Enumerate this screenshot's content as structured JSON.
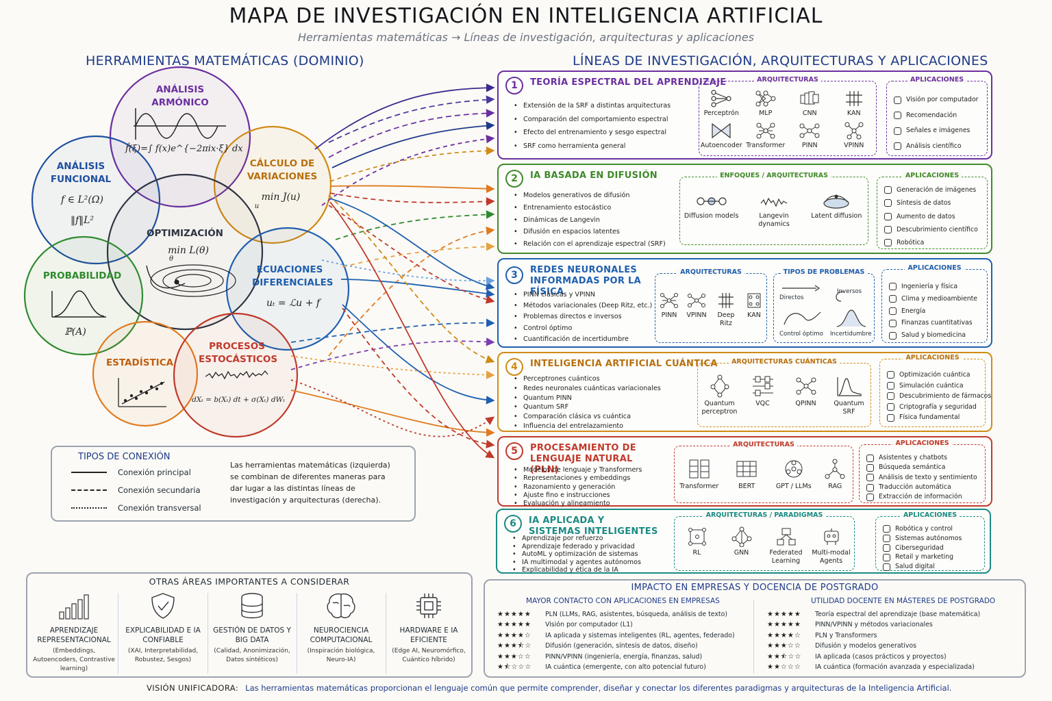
{
  "title": "MAPA DE INVESTIGACIÓN EN INTELIGENCIA ARTIFICIAL",
  "subtitle": "Herramientas matemáticas → Líneas de investigación, arquitecturas y aplicaciones",
  "left_heading": "HERRAMIENTAS MATEMÁTICAS (DOMINIO)",
  "right_heading": "LÍNEAS DE INVESTIGACIÓN, ARQUITECTURAS Y APLICACIONES",
  "circles": [
    {
      "label": "ANÁLISIS ARMÓNICO",
      "formula": "f̂(ξ)=∫ f(x)e^{−2πix·ξ} dx",
      "color": "#6b2fa0"
    },
    {
      "label": "ANÁLISIS FUNCIONAL",
      "formula": "f ∈ L²(Ω)",
      "formula2": "‖f‖L²",
      "color": "#1e4fa0"
    },
    {
      "label": "CÁLCULO DE VARIACIONES",
      "formula": "min J(u)",
      "formula_sub": "u",
      "color": "#d08a16"
    },
    {
      "label": "OPTIMIZACIÓN",
      "formula": "min L(θ)",
      "formula_sub": "θ",
      "color": "#2d3340"
    },
    {
      "label": "PROBABILIDAD",
      "formula": "ℙ(A)",
      "color": "#2f8a2f"
    },
    {
      "label": "ECUACIONES DIFERENCIALES",
      "formula": "uₜ = ℒu + f",
      "color": "#1f5fb0"
    },
    {
      "label": "ESTADÍSTICA",
      "color": "#e07a1f"
    },
    {
      "label": "PROCESOS ESTOCÁSTICOS",
      "formula": "dXₜ = b(Xₜ) dt + σ(Xₜ) dWₜ",
      "color": "#c0392b"
    }
  ],
  "panels": [
    {
      "num": "1",
      "title": "TEORÍA ESPECTRAL DEL APRENDIZAJE",
      "color": "#6b2fa0",
      "bullets": [
        "Extensión de la SRF a distintas arquitecturas",
        "Comparación del comportamiento espectral",
        "Efecto del entrenamiento y sesgo espectral",
        "SRF como herramienta general"
      ],
      "arch_title": "ARQUITECTURAS",
      "archs": [
        "Perceptrón",
        "MLP",
        "CNN",
        "KAN",
        "Autoencoder",
        "Transformer",
        "PINN",
        "VPINN"
      ],
      "app_title": "APLICACIONES",
      "apps": [
        "Visión por computador",
        "Recomendación",
        "Señales e imágenes",
        "Análisis científico"
      ]
    },
    {
      "num": "2",
      "title": "IA BASADA EN DIFUSIÓN",
      "color": "#3f8a2a",
      "bullets": [
        "Modelos generativos de difusión",
        "Entrenamiento estocástico",
        "Dinámicas de Langevin",
        "Difusión en espacios latentes",
        "Relación con el aprendizaje espectral (SRF)"
      ],
      "arch_title": "ENFOQUES / ARQUITECTURAS",
      "archs": [
        "Diffusion models",
        "Langevin dynamics",
        "Latent diffusion"
      ],
      "app_title": "APLICACIONES",
      "apps": [
        "Generación de imágenes",
        "Síntesis de datos",
        "Aumento de datos",
        "Descubrimiento científico",
        "Robótica"
      ]
    },
    {
      "num": "3",
      "title": "REDES NEURONALES INFORMADAS POR LA FÍSICA",
      "color": "#1f5fb0",
      "bullets": [
        "PINN clásicas y VPINN",
        "Métodos variacionales (Deep Ritz, etc.)",
        "Problemas directos e inversos",
        "Control óptimo",
        "Cuantificación de incertidumbre"
      ],
      "arch_title": "ARQUITECTURAS",
      "archs": [
        "PINN",
        "VPINN",
        "Deep Ritz",
        "KAN"
      ],
      "prob_title": "TIPOS DE PROBLEMAS",
      "probs": [
        "Directos",
        "Inversos",
        "Control óptimo",
        "Incertidumbre"
      ],
      "app_title": "APLICACIONES",
      "apps": [
        "Ingeniería y física",
        "Clima y medioambiente",
        "Energía",
        "Finanzas cuantitativas",
        "Salud y biomedicina"
      ]
    },
    {
      "num": "4",
      "title": "INTELIGENCIA ARTIFICIAL CUÁNTICA",
      "color": "#d08a16",
      "bullets": [
        "Perceptrones cuánticos",
        "Redes neuronales cuánticas variacionales",
        "Quantum PINN",
        "Quantum SRF",
        "Comparación clásica vs cuántica",
        "Influencia del entrelazamiento"
      ],
      "arch_title": "ARQUITECTURAS CUÁNTICAS",
      "archs": [
        "Quantum perceptron",
        "VQC",
        "QPINN",
        "Quantum SRF"
      ],
      "app_title": "APLICACIONES",
      "apps": [
        "Optimización cuántica",
        "Simulación cuántica",
        "Descubrimiento de fármacos",
        "Criptografía y seguridad",
        "Física fundamental"
      ]
    },
    {
      "num": "5",
      "title": "PROCESAMIENTO DE LENGUAJE NATURAL (PLN)",
      "color": "#c0392b",
      "bullets": [
        "Modelos de lenguaje y Transformers",
        "Representaciones y embeddings",
        "Razonamiento y generación",
        "Ajuste fino e instrucciones",
        "Evaluación y alineamiento"
      ],
      "arch_title": "ARQUITECTURAS",
      "archs": [
        "Transformer",
        "BERT",
        "GPT / LLMs",
        "RAG"
      ],
      "app_title": "APLICACIONES",
      "apps": [
        "Asistentes y chatbots",
        "Búsqueda semántica",
        "Análisis de texto y sentimiento",
        "Traducción automática",
        "Extracción de información"
      ]
    },
    {
      "num": "6",
      "title": "IA APLICADA Y SISTEMAS INTELIGENTES",
      "color": "#1a8a84",
      "bullets": [
        "Aprendizaje por refuerzo",
        "Aprendizaje federado y privacidad",
        "AutoML y optimización de sistemas",
        "IA multimodal y agentes autónomos",
        "Explicabilidad y ética de la IA"
      ],
      "arch_title": "ARQUITECTURAS / PARADIGMAS",
      "archs": [
        "RL",
        "GNN",
        "Federated Learning",
        "Multi-modal Agents"
      ],
      "app_title": "APLICACIONES",
      "apps": [
        "Robótica y control",
        "Sistemas autónomos",
        "Ciberseguridad",
        "Retail y marketing",
        "Salud digital"
      ]
    }
  ],
  "legend": {
    "title": "TIPOS DE CONEXIÓN",
    "rows": [
      "Conexión principal",
      "Conexión secundaria",
      "Conexión transversal"
    ],
    "text": "Las herramientas matemáticas (izquierda) se combinan de diferentes maneras para dar lugar a las distintas líneas de investigación y arquitecturas (derecha)."
  },
  "other_areas": {
    "title": "OTRAS ÁREAS IMPORTANTES A CONSIDERAR",
    "items": [
      {
        "title": "APRENDIZAJE REPRESENTACIONAL",
        "desc": "(Embeddings, Autoencoders, Contrastive learning)",
        "icon": "bars-icon"
      },
      {
        "title": "EXPLICABILIDAD E IA CONFIABLE",
        "desc": "(XAI, Interpretabilidad, Robustez, Sesgos)",
        "icon": "shield-icon"
      },
      {
        "title": "GESTIÓN DE DATOS Y BIG DATA",
        "desc": "(Calidad, Anonimización, Datos sintéticos)",
        "icon": "database-icon"
      },
      {
        "title": "NEUROCIENCIA COMPUTACIONAL",
        "desc": "(Inspiración biológica, Neuro-IA)",
        "icon": "brain-icon"
      },
      {
        "title": "HARDWARE E IA EFICIENTE",
        "desc": "(Edge AI, Neuromórfico, Cuántico híbrido)",
        "icon": "chip-icon"
      }
    ]
  },
  "impact": {
    "title": "IMPACTO EN EMPRESAS Y DOCENCIA DE POSTGRADO",
    "left_head": "MAYOR CONTACTO CON APLICACIONES EN EMPRESAS",
    "right_head": "UTILIDAD DOCENTE EN MÁSTERES DE POSTGRADO",
    "left": [
      {
        "stars": "★★★★★",
        "text": "PLN (LLMs, RAG, asistentes, búsqueda, análisis de texto)"
      },
      {
        "stars": "★★★★★",
        "text": "Visión por computador (L1)"
      },
      {
        "stars": "★★★★☆",
        "text": "IA aplicada y sistemas inteligentes (RL, agentes, federado)"
      },
      {
        "stars": "★★★⯪☆",
        "text": "Difusión (generación, síntesis de datos, diseño)"
      },
      {
        "stars": "★★★☆☆",
        "text": "PINN/VPINN (ingeniería, energía, finanzas, salud)"
      },
      {
        "stars": "★⯪☆☆☆",
        "text": "IA cuántica (emergente, con alto potencial futuro)"
      }
    ],
    "right": [
      {
        "stars": "★★★★★",
        "text": "Teoría espectral del aprendizaje (base matemática)"
      },
      {
        "stars": "★★★★★",
        "text": "PINN/VPINN y métodos variacionales"
      },
      {
        "stars": "★★★★☆",
        "text": "PLN y Transformers"
      },
      {
        "stars": "★★★☆☆",
        "text": "Difusión y modelos generativos"
      },
      {
        "stars": "★★⯪☆☆",
        "text": "IA aplicada (casos prácticos y proyectos)"
      },
      {
        "stars": "★★☆☆☆",
        "text": "IA cuántica (formación avanzada y especializada)"
      }
    ]
  },
  "vision": {
    "label": "VISIÓN UNIFICADORA:",
    "text": "Las herramientas matemáticas proporcionan el lenguaje común que permite comprender, diseñar y conectar los diferentes paradigmas y arquitecturas de la Inteligencia Artificial."
  }
}
